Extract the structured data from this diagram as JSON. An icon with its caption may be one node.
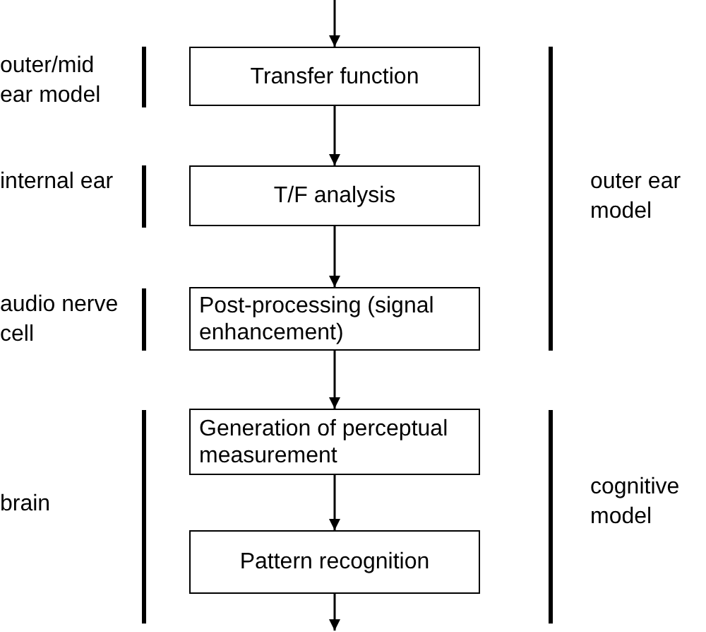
{
  "diagram": {
    "nodes": [
      {
        "text": [
          "Transfer function"
        ]
      },
      {
        "text": [
          "T/F analysis"
        ]
      },
      {
        "text": [
          "Post-processing (signal enhancement)"
        ]
      },
      {
        "text": [
          "Generation of perceptual measurement"
        ]
      },
      {
        "text": [
          "Pattern recognition"
        ]
      }
    ],
    "edges": [
      {
        "from": null,
        "to": 0,
        "arrow": "to"
      },
      {
        "from": 0,
        "to": 1,
        "arrow": "to"
      },
      {
        "from": 1,
        "to": 2,
        "arrow": "to"
      },
      {
        "from": 2,
        "to": 3,
        "arrow": "to"
      },
      {
        "from": 3,
        "to": 4,
        "arrow": "to"
      },
      {
        "from": 4,
        "to": null,
        "arrow": "to"
      }
    ],
    "labels": [
      "outer/mid ear model",
      "internal ear",
      "outer ear model",
      "audio nerve cell",
      "brain",
      "cognitive model"
    ]
  }
}
